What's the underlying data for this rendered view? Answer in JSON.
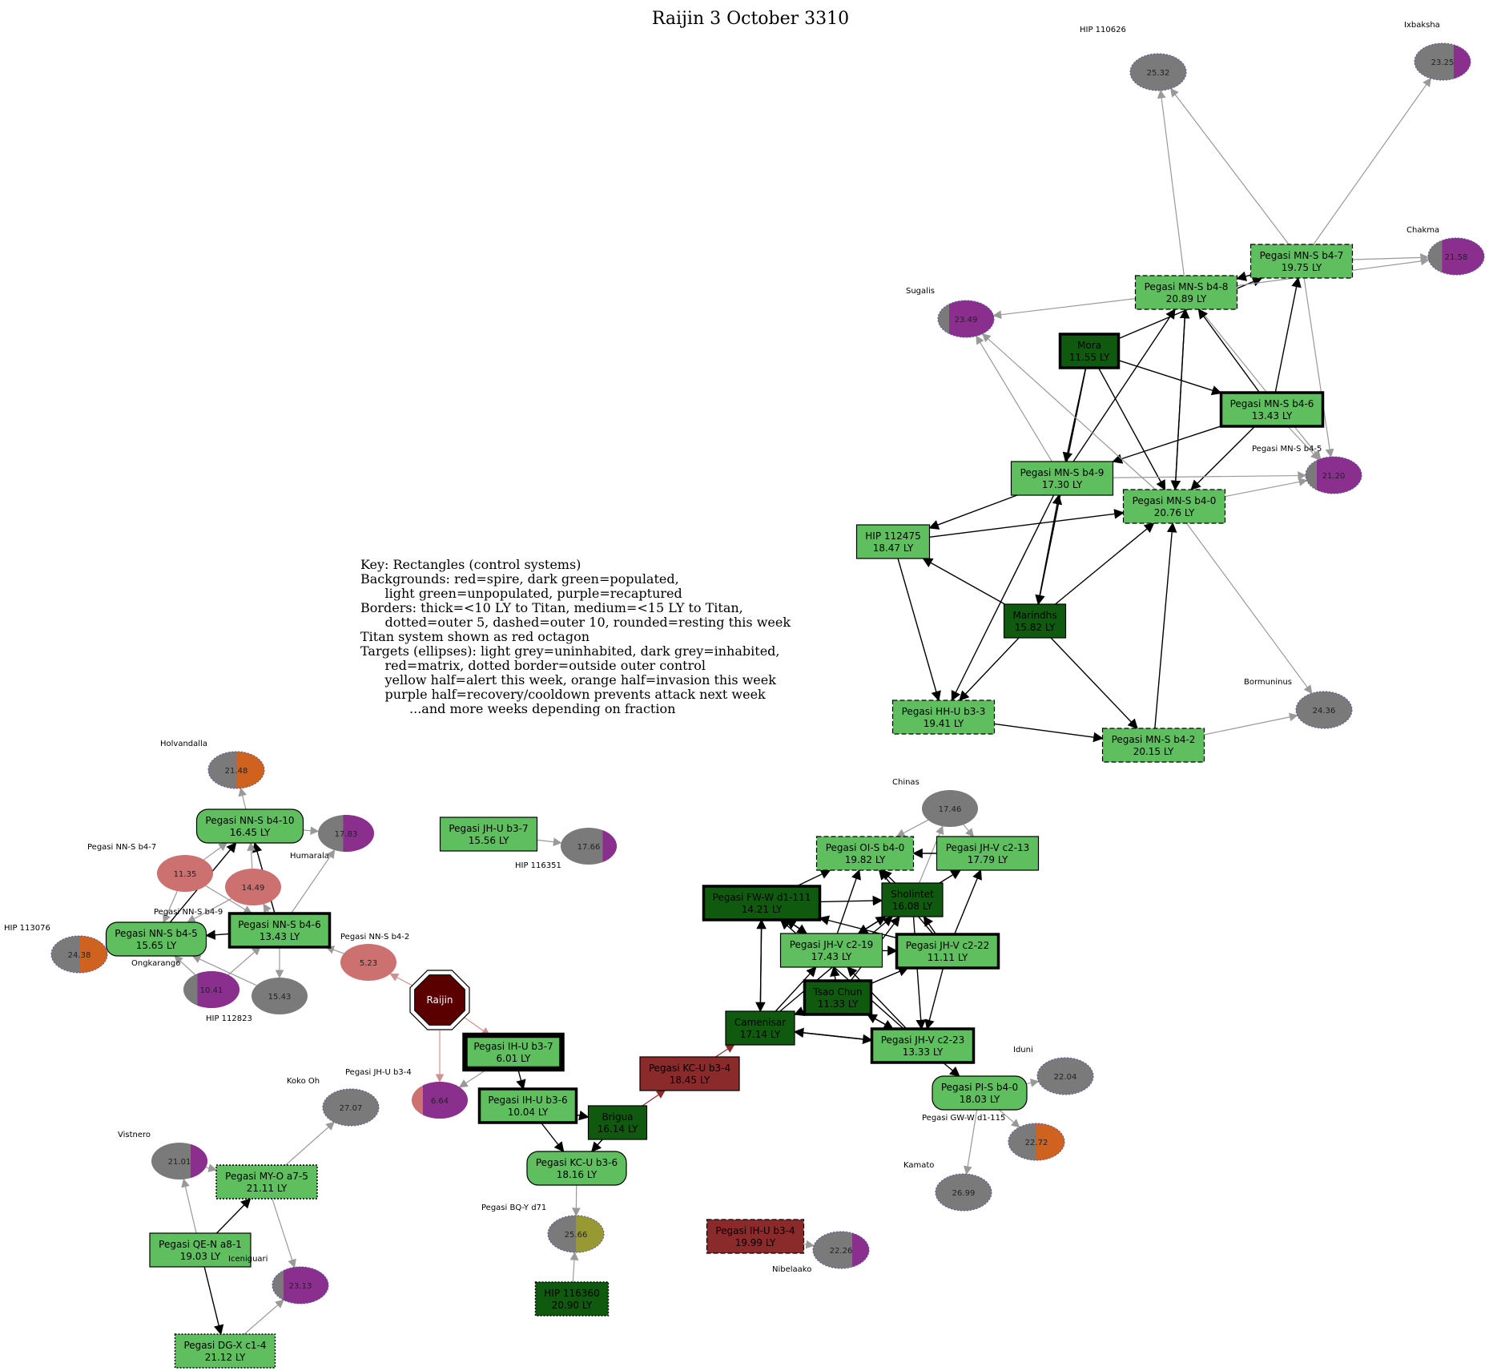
{
  "title": "Raijin 3 October 3310",
  "key_lines": [
    "Key: Rectangles (control systems)",
    "Backgrounds: red=spire, dark green=populated,",
    "      light green=unpopulated, purple=recaptured",
    "Borders: thick=<10 LY to Titan, medium=<15 LY to Titan,",
    "      dotted=outer 5, dashed=outer 10, rounded=resting this week",
    "Titan system shown as red octagon",
    "Targets (ellipses): light grey=uninhabited, dark grey=inhabited,",
    "      red=matrix, dotted border=outside outer control",
    "      yellow half=alert this week, orange half=invasion this week",
    "      purple half=recovery/cooldown prevents attack next week",
    "            ...and more weeks depending on fraction"
  ],
  "colors": {
    "light_green": "#5fbf5f",
    "dark_green": "#0f5a0f",
    "spire_red": "#8b2a2a",
    "titan": "#5a0000",
    "grey": "#7a7a7a",
    "purple": "#8b2f8f",
    "orange": "#d0621f",
    "yellow": "#999933",
    "matrix": "#cc7070",
    "edge": "#000000",
    "edge_grey": "#999999",
    "edge_pink": "#d09090"
  },
  "titan": {
    "name": "Raijin"
  },
  "systems": [
    {
      "id": "mora",
      "name": "Mora",
      "dist": "11.55 LY",
      "fill": "dark",
      "border": "thick"
    },
    {
      "id": "mn7",
      "name": "Pegasi MN-S b4-7",
      "dist": "19.75 LY",
      "fill": "light",
      "border": "dashed"
    },
    {
      "id": "mn8",
      "name": "Pegasi MN-S b4-8",
      "dist": "20.89 LY",
      "fill": "light",
      "border": "dashed"
    },
    {
      "id": "mn6",
      "name": "Pegasi MN-S b4-6",
      "dist": "13.43 LY",
      "fill": "light",
      "border": "thick"
    },
    {
      "id": "mn9",
      "name": "Pegasi MN-S b4-9",
      "dist": "17.30 LY",
      "fill": "light",
      "border": "normal"
    },
    {
      "id": "mn0",
      "name": "Pegasi MN-S b4-0",
      "dist": "20.76 LY",
      "fill": "light",
      "border": "dashed"
    },
    {
      "id": "hip112475",
      "name": "HIP 112475",
      "dist": "18.47 LY",
      "fill": "light",
      "border": "normal"
    },
    {
      "id": "marindhs",
      "name": "Marindhs",
      "dist": "15.82 LY",
      "fill": "dark",
      "border": "normal"
    },
    {
      "id": "hh3",
      "name": "Pegasi HH-U b3-3",
      "dist": "19.41 LY",
      "fill": "light",
      "border": "dashed"
    },
    {
      "id": "mn2",
      "name": "Pegasi MN-S b4-2",
      "dist": "20.15 LY",
      "fill": "light",
      "border": "dashed"
    },
    {
      "id": "nn10",
      "name": "Pegasi NN-S b4-10",
      "dist": "16.45 LY",
      "fill": "light",
      "border": "rounded"
    },
    {
      "id": "nn6",
      "name": "Pegasi NN-S b4-6",
      "dist": "13.43 LY",
      "fill": "light",
      "border": "thick"
    },
    {
      "id": "nn5",
      "name": "Pegasi NN-S b4-5",
      "dist": "15.65 LY",
      "fill": "light",
      "border": "rounded"
    },
    {
      "id": "jh7",
      "name": "Pegasi JH-U b3-7",
      "dist": "15.56 LY",
      "fill": "light",
      "border": "normal"
    },
    {
      "id": "ois0",
      "name": "Pegasi OI-S b4-0",
      "dist": "19.82 LY",
      "fill": "light",
      "border": "dashed"
    },
    {
      "id": "jv13",
      "name": "Pegasi JH-V c2-13",
      "dist": "17.79 LY",
      "fill": "light",
      "border": "normal"
    },
    {
      "id": "fw111",
      "name": "Pegasi FW-W d1-111",
      "dist": "14.21 LY",
      "fill": "dark",
      "border": "thick"
    },
    {
      "id": "sholintet",
      "name": "Sholintet",
      "dist": "16.08 LY",
      "fill": "dark",
      "border": "normal"
    },
    {
      "id": "jv19",
      "name": "Pegasi JH-V c2-19",
      "dist": "17.43 LY",
      "fill": "light",
      "border": "normal"
    },
    {
      "id": "jv22",
      "name": "Pegasi JH-V c2-22",
      "dist": "11.11 LY",
      "fill": "light",
      "border": "thick"
    },
    {
      "id": "tsaochun",
      "name": "Tsao Chun",
      "dist": "11.33 LY",
      "fill": "dark",
      "border": "thick"
    },
    {
      "id": "camenisar",
      "name": "Camenisar",
      "dist": "17.14 LY",
      "fill": "dark",
      "border": "normal"
    },
    {
      "id": "jv23",
      "name": "Pegasi JH-V c2-23",
      "dist": "13.33 LY",
      "fill": "light",
      "border": "thick"
    },
    {
      "id": "ih7",
      "name": "Pegasi IH-U b3-7",
      "dist": "6.01 LY",
      "fill": "light",
      "border": "thicker"
    },
    {
      "id": "kc4",
      "name": "Pegasi KC-U b3-4",
      "dist": "18.45 LY",
      "fill": "spire",
      "border": "normal"
    },
    {
      "id": "ih6",
      "name": "Pegasi IH-U b3-6",
      "dist": "10.04 LY",
      "fill": "light",
      "border": "thick"
    },
    {
      "id": "brigua",
      "name": "Brigua",
      "dist": "16.14 LY",
      "fill": "dark",
      "border": "normal"
    },
    {
      "id": "kc6",
      "name": "Pegasi KC-U b3-6",
      "dist": "18.16 LY",
      "fill": "light",
      "border": "rounded"
    },
    {
      "id": "pis0",
      "name": "Pegasi PI-S b4-0",
      "dist": "18.03 LY",
      "fill": "light",
      "border": "rounded"
    },
    {
      "id": "myo",
      "name": "Pegasi MY-O a7-5",
      "dist": "21.11 LY",
      "fill": "light",
      "border": "dotted"
    },
    {
      "id": "qen",
      "name": "Pegasi QE-N a8-1",
      "dist": "19.03 LY",
      "fill": "light",
      "border": "normal"
    },
    {
      "id": "dgx",
      "name": "Pegasi DG-X c1-4",
      "dist": "21.12 LY",
      "fill": "light",
      "border": "dotted"
    },
    {
      "id": "hip116360",
      "name": "HIP 116360",
      "dist": "20.90 LY",
      "fill": "dark",
      "border": "dotted"
    },
    {
      "id": "ih4",
      "name": "Pegasi IH-U b3-4",
      "dist": "19.99 LY",
      "fill": "spire",
      "border": "dashed"
    }
  ],
  "targets": [
    {
      "id": "t_hip110626",
      "name": "HIP 110626",
      "value": "25.32",
      "type": "grey",
      "half": "none",
      "frac": 0,
      "dotted": true
    },
    {
      "id": "t_ixbaksha",
      "name": "Ixbaksha",
      "value": "23.25",
      "type": "grey",
      "half": "purple",
      "frac": 0.3,
      "dotted": true
    },
    {
      "id": "t_chakma",
      "name": "Chakma",
      "value": "21.58",
      "type": "grey",
      "half": "purple",
      "frac": 0.75,
      "dotted": true
    },
    {
      "id": "t_sugalis",
      "name": "Sugalis",
      "value": "23.49",
      "type": "grey",
      "half": "purple",
      "frac": 0.8,
      "dotted": true
    },
    {
      "id": "t_mn5",
      "name": "Pegasi MN-S b4-5",
      "value": "21.20",
      "type": "grey",
      "half": "purple",
      "frac": 0.8,
      "dotted": true
    },
    {
      "id": "t_bormuninus",
      "name": "Bormuninus",
      "value": "24.36",
      "type": "grey",
      "half": "none",
      "frac": 0,
      "dotted": true
    },
    {
      "id": "t_holvandalla",
      "name": "Holvandalla",
      "value": "21.48",
      "type": "grey",
      "half": "orange",
      "frac": 0.5,
      "dotted": true
    },
    {
      "id": "t_humarala",
      "name": "Humarala",
      "value": "17.83",
      "type": "grey",
      "half": "purple",
      "frac": 0.55,
      "dotted": false
    },
    {
      "id": "t_nn7",
      "name": "Pegasi NN-S b4-7",
      "value": "11.35",
      "type": "matrix",
      "half": "none",
      "frac": 0,
      "dotted": false
    },
    {
      "id": "t_nn9",
      "name": "Pegasi NN-S b4-9",
      "value": "14.49",
      "type": "matrix",
      "half": "none",
      "frac": 0,
      "dotted": false
    },
    {
      "id": "t_hip113076",
      "name": "HIP 113076",
      "value": "24.38",
      "type": "grey",
      "half": "orange",
      "frac": 0.5,
      "dotted": true
    },
    {
      "id": "t_ongkarango",
      "name": "Ongkarango",
      "value": "10.41",
      "type": "grey",
      "half": "purple",
      "frac": 0.75,
      "dotted": false
    },
    {
      "id": "t_hip112823",
      "name": "HIP 112823",
      "value": "15.43",
      "type": "grey",
      "half": "none",
      "frac": 0,
      "dotted": false
    },
    {
      "id": "t_nn2",
      "name": "Pegasi NN-S b4-2",
      "value": "5.23",
      "type": "matrix",
      "half": "none",
      "frac": 0,
      "dotted": false
    },
    {
      "id": "t_hip116351",
      "name": "HIP 116351",
      "value": "17.66",
      "type": "grey",
      "half": "purple",
      "frac": 0.25,
      "dotted": false
    },
    {
      "id": "t_jh4",
      "name": "Pegasi JH-U b3-4",
      "value": "6.64",
      "type": "matrix",
      "half": "purple",
      "frac": 0.8,
      "dotted": false
    },
    {
      "id": "t_chinas",
      "name": "Chinas",
      "value": "17.46",
      "type": "grey",
      "half": "none",
      "frac": 0,
      "dotted": false
    },
    {
      "id": "t_iduni",
      "name": "Iduni",
      "value": "22.04",
      "type": "grey",
      "half": "none",
      "frac": 0,
      "dotted": true
    },
    {
      "id": "t_gw115",
      "name": "Pegasi GW-W d1-115",
      "value": "22.72",
      "type": "grey",
      "half": "orange",
      "frac": 0.5,
      "dotted": true
    },
    {
      "id": "t_kamato",
      "name": "Kamato",
      "value": "26.99",
      "type": "grey",
      "half": "none",
      "frac": 0,
      "dotted": true
    },
    {
      "id": "t_kokooh",
      "name": "Koko Oh",
      "value": "27.07",
      "type": "grey",
      "half": "none",
      "frac": 0,
      "dotted": true
    },
    {
      "id": "t_vistnero",
      "name": "Vistnero",
      "value": "21.01",
      "type": "grey",
      "half": "purple",
      "frac": 0.3,
      "dotted": false
    },
    {
      "id": "t_iceniguari",
      "name": "Iceniguari",
      "value": "23.13",
      "type": "grey",
      "half": "purple",
      "frac": 0.8,
      "dotted": true
    },
    {
      "id": "t_bqy",
      "name": "Pegasi BQ-Y d71",
      "value": "25.66",
      "type": "grey",
      "half": "yellow",
      "frac": 0.5,
      "dotted": true
    },
    {
      "id": "t_nibelaako",
      "name": "Nibelaako",
      "value": "22.26",
      "type": "grey",
      "half": "purple",
      "frac": 0.3,
      "dotted": true
    }
  ],
  "edges": [
    [
      "mora",
      "mn7",
      "black"
    ],
    [
      "mora",
      "mn6",
      "black"
    ],
    [
      "mora",
      "mn9",
      "black"
    ],
    [
      "mora",
      "mn0",
      "black"
    ],
    [
      "mora",
      "marindhs",
      "black"
    ],
    [
      "mn7",
      "mn8",
      "black"
    ],
    [
      "mn7",
      "t_ixbaksha",
      "grey"
    ],
    [
      "mn7",
      "t_chakma",
      "grey"
    ],
    [
      "mn7",
      "t_mn5",
      "grey"
    ],
    [
      "mn7",
      "t_hip110626",
      "grey"
    ],
    [
      "mn8",
      "t_hip110626",
      "grey"
    ],
    [
      "mn8",
      "t_sugalis",
      "grey"
    ],
    [
      "mn8",
      "t_chakma",
      "grey"
    ],
    [
      "mn8",
      "t_mn5",
      "grey"
    ],
    [
      "mn8",
      "mn0",
      "black"
    ],
    [
      "mn6",
      "mn8",
      "black"
    ],
    [
      "mn6",
      "mn7",
      "black"
    ],
    [
      "mn6",
      "mn9",
      "black"
    ],
    [
      "mn6",
      "mn0",
      "black"
    ],
    [
      "mn6",
      "t_mn5",
      "grey"
    ],
    [
      "mn9",
      "mn8",
      "black"
    ],
    [
      "mn9",
      "hip112475",
      "black"
    ],
    [
      "mn9",
      "hh3",
      "black"
    ],
    [
      "mn9",
      "t_mn5",
      "grey"
    ],
    [
      "mn9",
      "t_sugalis",
      "grey"
    ],
    [
      "mn0",
      "mn8",
      "black"
    ],
    [
      "mn0",
      "t_mn5",
      "grey"
    ],
    [
      "mn0",
      "t_bormuninus",
      "grey"
    ],
    [
      "mn0",
      "t_sugalis",
      "grey"
    ],
    [
      "hip112475",
      "mn0",
      "black"
    ],
    [
      "hip112475",
      "hh3",
      "black"
    ],
    [
      "marindhs",
      "hip112475",
      "black"
    ],
    [
      "marindhs",
      "mn9",
      "black"
    ],
    [
      "marindhs",
      "mn0",
      "black"
    ],
    [
      "marindhs",
      "hh3",
      "black"
    ],
    [
      "marindhs",
      "mn2",
      "black"
    ],
    [
      "hh3",
      "mn2",
      "black"
    ],
    [
      "mn2",
      "mn0",
      "black"
    ],
    [
      "mn2",
      "t_bormuninus",
      "grey"
    ],
    [
      "nn10",
      "t_holvandalla",
      "grey"
    ],
    [
      "nn10",
      "t_humarala",
      "grey"
    ],
    [
      "nn6",
      "nn10",
      "black"
    ],
    [
      "nn6",
      "nn5",
      "black"
    ],
    [
      "nn6",
      "t_humarala",
      "grey"
    ],
    [
      "nn6",
      "t_hip112823",
      "grey"
    ],
    [
      "nn6",
      "t_nn9",
      "grey"
    ],
    [
      "nn5",
      "nn10",
      "black"
    ],
    [
      "nn5",
      "t_hip113076",
      "grey"
    ],
    [
      "t_nn7",
      "nn10",
      "grey"
    ],
    [
      "t_nn7",
      "nn6",
      "grey"
    ],
    [
      "t_nn7",
      "nn5",
      "grey"
    ],
    [
      "t_nn9",
      "nn10",
      "grey"
    ],
    [
      "t_nn9",
      "nn5",
      "grey"
    ],
    [
      "t_ongkarango",
      "nn6",
      "grey"
    ],
    [
      "t_ongkarango",
      "nn5",
      "grey"
    ],
    [
      "t_hip112823",
      "nn5",
      "grey"
    ],
    [
      "t_nn2",
      "nn6",
      "grey"
    ],
    [
      "jh7",
      "t_hip116351",
      "grey"
    ],
    [
      "titan",
      "t_nn2",
      "pink"
    ],
    [
      "titan",
      "ih7",
      "pink"
    ],
    [
      "titan",
      "t_jh4",
      "pink"
    ],
    [
      "ih7",
      "ih6",
      "black"
    ],
    [
      "ih7",
      "t_jh4",
      "grey"
    ],
    [
      "ih6",
      "kc6",
      "black"
    ],
    [
      "ih6",
      "brigua",
      "black"
    ],
    [
      "brigua",
      "kc6",
      "black"
    ],
    [
      "brigua",
      "kc4",
      "red"
    ],
    [
      "kc4",
      "camenisar",
      "red"
    ],
    [
      "kc6",
      "t_bqy",
      "grey"
    ],
    [
      "hip116360",
      "t_bqy",
      "grey"
    ],
    [
      "camenisar",
      "fw111",
      "black"
    ],
    [
      "camenisar",
      "jv19",
      "black"
    ],
    [
      "camenisar",
      "jv23",
      "black"
    ],
    [
      "camenisar",
      "sholintet",
      "black"
    ],
    [
      "fw111",
      "ois0",
      "black"
    ],
    [
      "fw111",
      "sholintet",
      "black"
    ],
    [
      "fw111",
      "camenisar",
      "black"
    ],
    [
      "fw111",
      "jv19",
      "black"
    ],
    [
      "sholintet",
      "ois0",
      "black"
    ],
    [
      "sholintet",
      "jv13",
      "black"
    ],
    [
      "sholintet",
      "jv19",
      "black"
    ],
    [
      "sholintet",
      "t_chinas",
      "grey"
    ],
    [
      "sholintet",
      "jv23",
      "black"
    ],
    [
      "jv13",
      "ois0",
      "black"
    ],
    [
      "jv19",
      "ois0",
      "black"
    ],
    [
      "jv19",
      "sholintet",
      "black"
    ],
    [
      "jv19",
      "fw111",
      "black"
    ],
    [
      "jv19",
      "jv22",
      "black"
    ],
    [
      "jv22",
      "jv13",
      "black"
    ],
    [
      "jv22",
      "sholintet",
      "black"
    ],
    [
      "jv22",
      "jv23",
      "black"
    ],
    [
      "jv22",
      "fw111",
      "black"
    ],
    [
      "jv22",
      "ois0",
      "black"
    ],
    [
      "tsaochun",
      "jv19",
      "black"
    ],
    [
      "tsaochun",
      "sholintet",
      "black"
    ],
    [
      "tsaochun",
      "jv22",
      "black"
    ],
    [
      "tsaochun",
      "camenisar",
      "black"
    ],
    [
      "tsaochun",
      "jv23",
      "black"
    ],
    [
      "jv23",
      "camenisar",
      "black"
    ],
    [
      "jv23",
      "fw111",
      "black"
    ],
    [
      "jv23",
      "jv19",
      "black"
    ],
    [
      "jv23",
      "pis0",
      "black"
    ],
    [
      "jv23",
      "tsaochun",
      "black"
    ],
    [
      "t_chinas",
      "ois0",
      "grey"
    ],
    [
      "t_chinas",
      "jv13",
      "grey"
    ],
    [
      "pis0",
      "t_iduni",
      "grey"
    ],
    [
      "pis0",
      "t_gw115",
      "grey"
    ],
    [
      "pis0",
      "t_kamato",
      "grey"
    ],
    [
      "qen",
      "myo",
      "black"
    ],
    [
      "qen",
      "dgx",
      "black"
    ],
    [
      "qen",
      "t_vistnero",
      "grey"
    ],
    [
      "myo",
      "t_kokooh",
      "grey"
    ],
    [
      "myo",
      "t_iceniguari",
      "grey"
    ],
    [
      "t_vistnero",
      "myo",
      "grey"
    ],
    [
      "dgx",
      "t_iceniguari",
      "grey"
    ],
    [
      "ih4",
      "t_nibelaako",
      "grey"
    ]
  ]
}
